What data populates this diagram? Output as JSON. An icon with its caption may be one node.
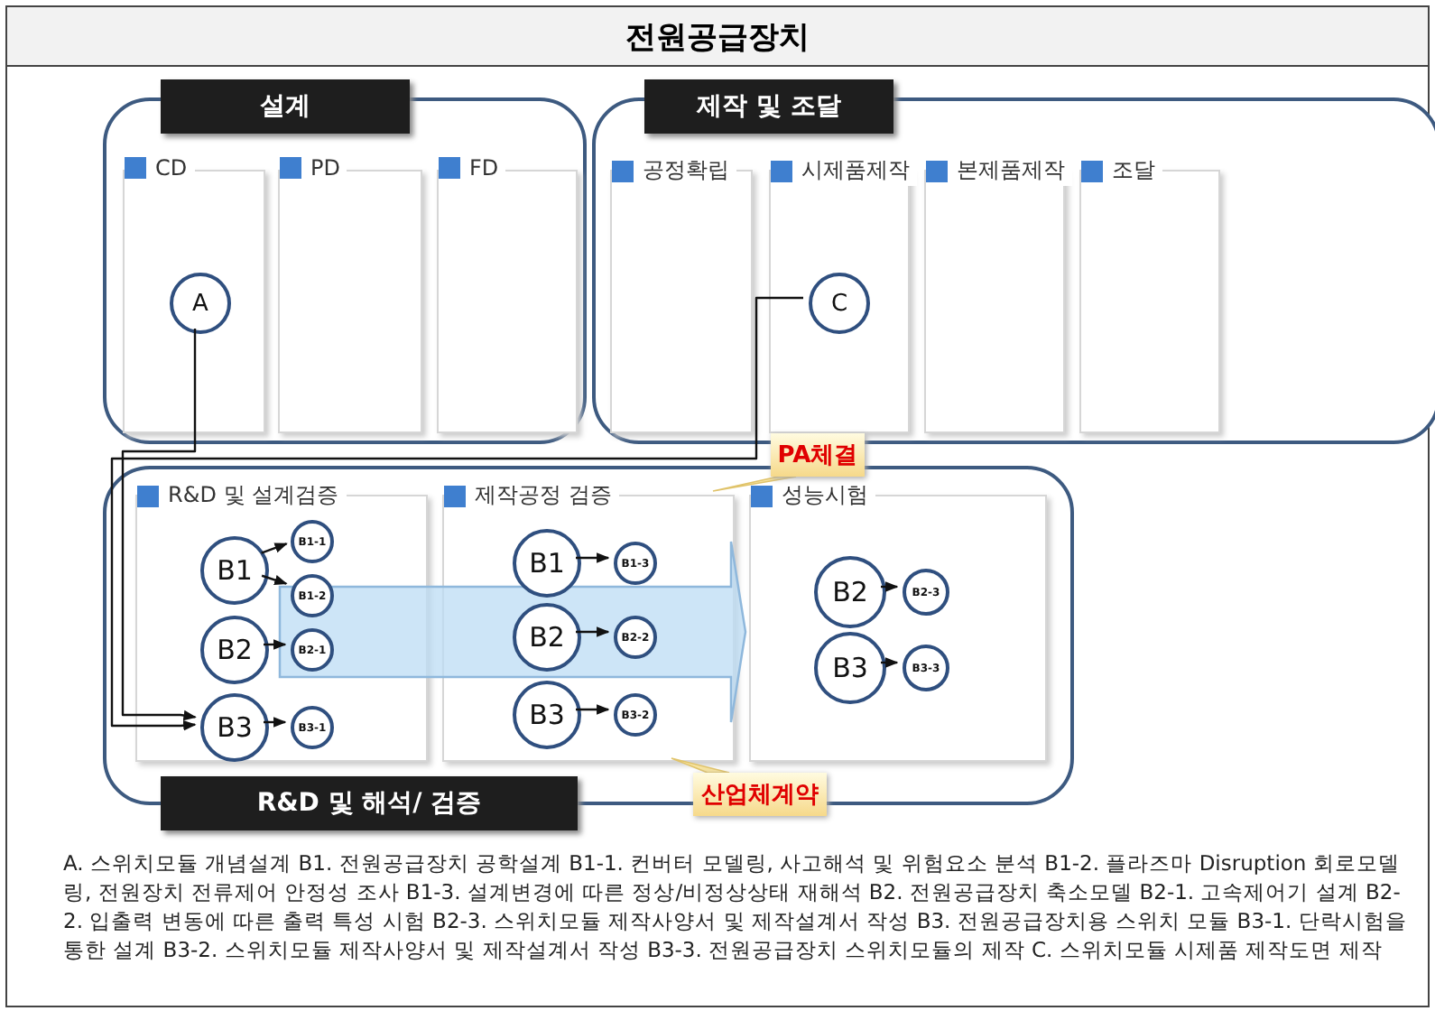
{
  "diagram": {
    "title": "전원공급장치",
    "nodes": [
      {
        "text": [
          "설계"
        ]
      },
      {
        "text": [
          "CD"
        ],
        "in": 0
      },
      {
        "text": [
          "PD"
        ],
        "in": 0
      },
      {
        "text": [
          "FD"
        ],
        "in": 0
      },
      {
        "text": [
          "제작 및 조달"
        ]
      },
      {
        "text": [
          "공정확립"
        ],
        "in": 4
      },
      {
        "text": [
          "시제품제작"
        ],
        "in": 4
      },
      {
        "text": [
          "본제품제작"
        ],
        "in": 4
      },
      {
        "text": [
          "조달"
        ],
        "in": 4
      },
      {
        "text": [
          "R&D 및 해석/ 검증"
        ]
      },
      {
        "text": [
          "R&D 및 설계검증"
        ],
        "in": 9
      },
      {
        "text": [
          "제작공정 검증"
        ],
        "in": 9
      },
      {
        "text": [
          "성능시험"
        ],
        "in": 9
      },
      {
        "text": [
          "A"
        ],
        "in": 1
      },
      {
        "text": [
          "C"
        ],
        "in": 6
      },
      {
        "text": [
          "B1"
        ],
        "in": 10
      },
      {
        "text": [
          "B1-1"
        ],
        "in": 10
      },
      {
        "text": [
          "B1-2"
        ],
        "in": 10
      },
      {
        "text": [
          "B2"
        ],
        "in": 10
      },
      {
        "text": [
          "B2-1"
        ],
        "in": 10
      },
      {
        "text": [
          "B3"
        ],
        "in": 10
      },
      {
        "text": [
          "B3-1"
        ],
        "in": 10
      },
      {
        "text": [
          "B1"
        ],
        "in": 11
      },
      {
        "text": [
          "B1-3"
        ],
        "in": 11
      },
      {
        "text": [
          "B2"
        ],
        "in": 11
      },
      {
        "text": [
          "B2-2"
        ],
        "in": 11
      },
      {
        "text": [
          "B3"
        ],
        "in": 11
      },
      {
        "text": [
          "B3-2"
        ],
        "in": 11
      },
      {
        "text": [
          "B2"
        ],
        "in": 12
      },
      {
        "text": [
          "B2-3"
        ],
        "in": 12
      },
      {
        "text": [
          "B3"
        ],
        "in": 12
      },
      {
        "text": [
          "B3-3"
        ],
        "in": 12
      },
      {
        "text": [
          "PA체결"
        ]
      },
      {
        "text": [
          "산업체계약"
        ]
      }
    ],
    "edges": [
      {
        "from": 13,
        "to": 20,
        "arrow": "to"
      },
      {
        "from": 14,
        "to": 20,
        "arrow": "to"
      },
      {
        "from": 15,
        "to": 16,
        "arrow": "to"
      },
      {
        "from": 15,
        "to": 17,
        "arrow": "to"
      },
      {
        "from": 18,
        "to": 19,
        "arrow": "to"
      },
      {
        "from": 20,
        "to": 21,
        "arrow": "to"
      },
      {
        "from": 22,
        "to": 23,
        "arrow": "to"
      },
      {
        "from": 24,
        "to": 25,
        "arrow": "to"
      },
      {
        "from": 26,
        "to": 27,
        "arrow": "to"
      },
      {
        "from": 28,
        "to": 29,
        "arrow": "to"
      },
      {
        "from": 30,
        "to": 31,
        "arrow": "to"
      },
      {
        "from": 10,
        "to": 12,
        "arrow": "to",
        "style": "thick",
        "color": "#bcdcf4"
      },
      {
        "from": 32,
        "to": 11,
        "arrow": "none"
      },
      {
        "from": 33,
        "to": 11,
        "arrow": "none"
      }
    ],
    "caption": "A. 스위치모듈 개념설계 B1. 전원공급장치 공학설계 B1-1. 컨버터 모델링, 사고해석 및 위험요소 분석 B1-2. 플라즈마 Disruption 회로모델링, 전원장치 전류제어 안정성 조사 B1-3. 설계변경에 따른 정상/비정상상태 재해석 B2. 전원공급장치 축소모델 B2-1. 고속제어기 설계 B2-2. 입출력 변동에 따른 출력 특성 시험 B2-3. 스위치모듈 제작사양서 및 제작설계서 작성 B3. 전원공급장치용 스위치 모듈 B3-1. 단락시험을 통한 설계 B3-2. 스위치모듈 제작사양서 및 제작설계서 작성 B3-3. 전원공급장치 스위치모듈의 제작 C. 스위치모듈 시제품 제작도면 제작"
  }
}
